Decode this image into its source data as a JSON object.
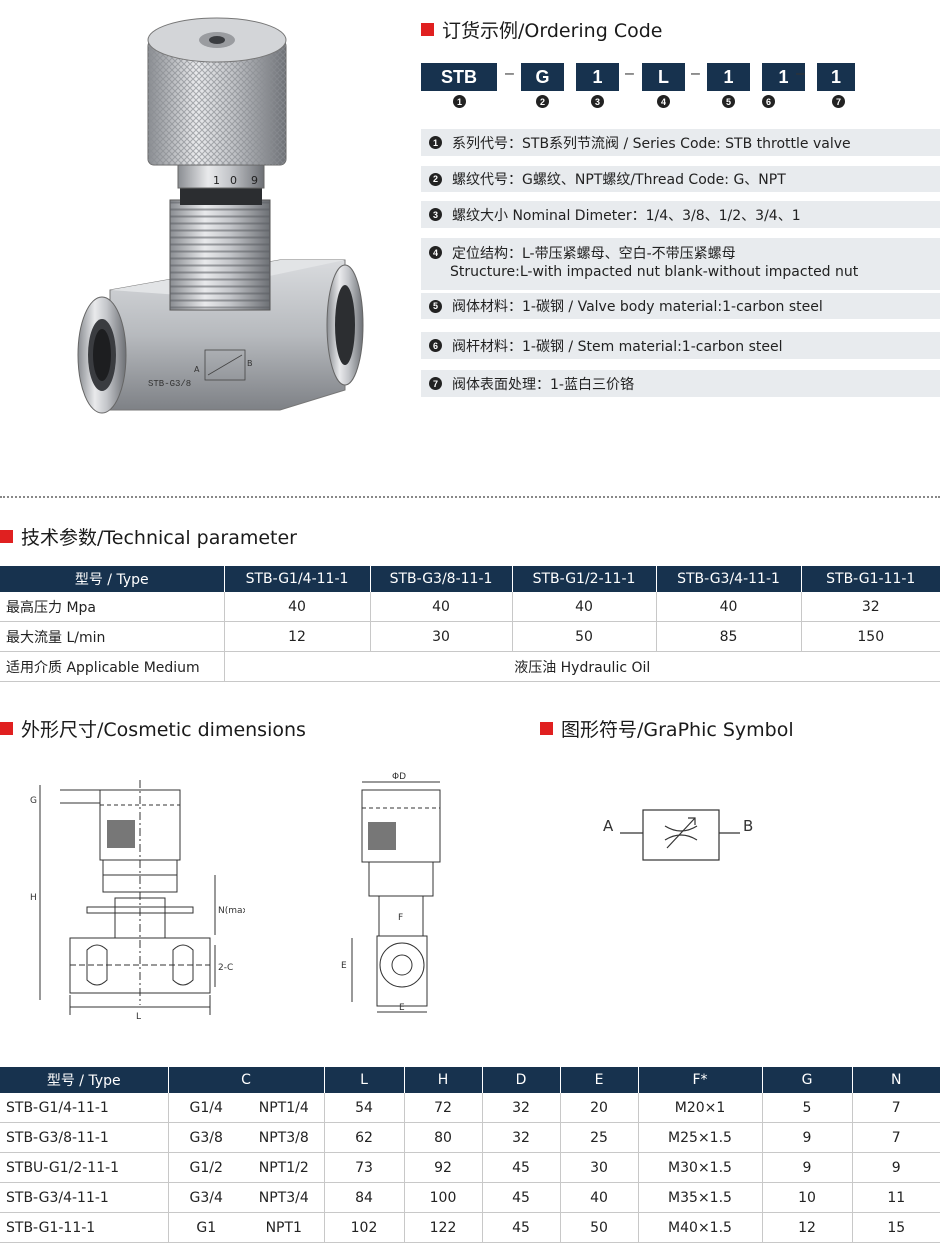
{
  "ordering": {
    "title": "订货示例/Ordering Code",
    "codes": [
      {
        "text": "STB",
        "num": "1"
      },
      {
        "text": "G",
        "num": "2"
      },
      {
        "text": "1",
        "num": "3"
      },
      {
        "text": "L",
        "num": "4"
      },
      {
        "text": "1",
        "num": "5"
      },
      {
        "text": "1",
        "num": "6"
      },
      {
        "text": "1",
        "num": "7"
      }
    ],
    "dash": "–",
    "items": [
      {
        "num": "1",
        "text": "系列代号：STB系列节流阀 / Series Code: STB throttle valve"
      },
      {
        "num": "2",
        "text": "螺纹代号：G螺纹、NPT螺纹/Thread Code: G、NPT"
      },
      {
        "num": "3",
        "text": "螺纹大小 Nominal Dimeter：1/4、3/8、1/2、3/4、1"
      },
      {
        "num": "4",
        "text": "定位结构：L-带压紧螺母、空白-不带压紧螺母",
        "sub": "Structure:L-with impacted nut    blank-without impacted nut"
      },
      {
        "num": "5",
        "text": "阀体材料：1-碳钢 / Valve body material:1-carbon steel"
      },
      {
        "num": "6",
        "text": "阀杆材料：1-碳钢 / Stem material:1-carbon steel"
      },
      {
        "num": "7",
        "text": "阀体表面处理：1-蓝白三价铬"
      }
    ]
  },
  "product_photo": {
    "dial": [
      "1",
      "0",
      "9"
    ],
    "marking": "STB-G3/8",
    "port_a": "A",
    "port_b": "B"
  },
  "technical": {
    "title": "技术参数/Technical parameter",
    "headers": [
      "型号 / Type",
      "STB-G1/4-11-1",
      "STB-G3/8-11-1",
      "STB-G1/2-11-1",
      "STB-G3/4-11-1",
      "STB-G1-11-1"
    ],
    "rows": [
      {
        "label": "最高压力 Mpa",
        "values": [
          "40",
          "40",
          "40",
          "40",
          "32"
        ]
      },
      {
        "label": "最大流量 L/min",
        "values": [
          "12",
          "30",
          "50",
          "85",
          "150"
        ]
      }
    ],
    "medium_label": "适用介质 Applicable Medium",
    "medium_value": "液压油 Hydraulic Oil"
  },
  "cosmetic": {
    "title": "外形尺寸/Cosmetic dimensions",
    "labels": {
      "G": "G",
      "H": "H",
      "N": "N(max)",
      "C": "2-C",
      "L": "L",
      "D": "ΦD",
      "F": "F",
      "E1": "E",
      "E2": "E"
    }
  },
  "symbol": {
    "title": "图形符号/GraPhic Symbol",
    "a": "A",
    "b": "B"
  },
  "dimensions": {
    "headers": [
      "型号 / Type",
      "C",
      "L",
      "H",
      "D",
      "E",
      "F*",
      "G",
      "N"
    ],
    "rows": [
      [
        "STB-G1/4-11-1",
        "G1/4",
        "NPT1/4",
        "54",
        "72",
        "32",
        "20",
        "M20×1",
        "5",
        "7"
      ],
      [
        "STB-G3/8-11-1",
        "G3/8",
        "NPT3/8",
        "62",
        "80",
        "32",
        "25",
        "M25×1.5",
        "9",
        "7"
      ],
      [
        "STBU-G1/2-11-1",
        "G1/2",
        "NPT1/2",
        "73",
        "92",
        "45",
        "30",
        "M30×1.5",
        "9",
        "9"
      ],
      [
        "STB-G3/4-11-1",
        "G3/4",
        "NPT3/4",
        "84",
        "100",
        "45",
        "40",
        "M35×1.5",
        "10",
        "11"
      ],
      [
        "STB-G1-11-1",
        "G1",
        "NPT1",
        "102",
        "122",
        "45",
        "50",
        "M40×1.5",
        "12",
        "15"
      ]
    ]
  }
}
